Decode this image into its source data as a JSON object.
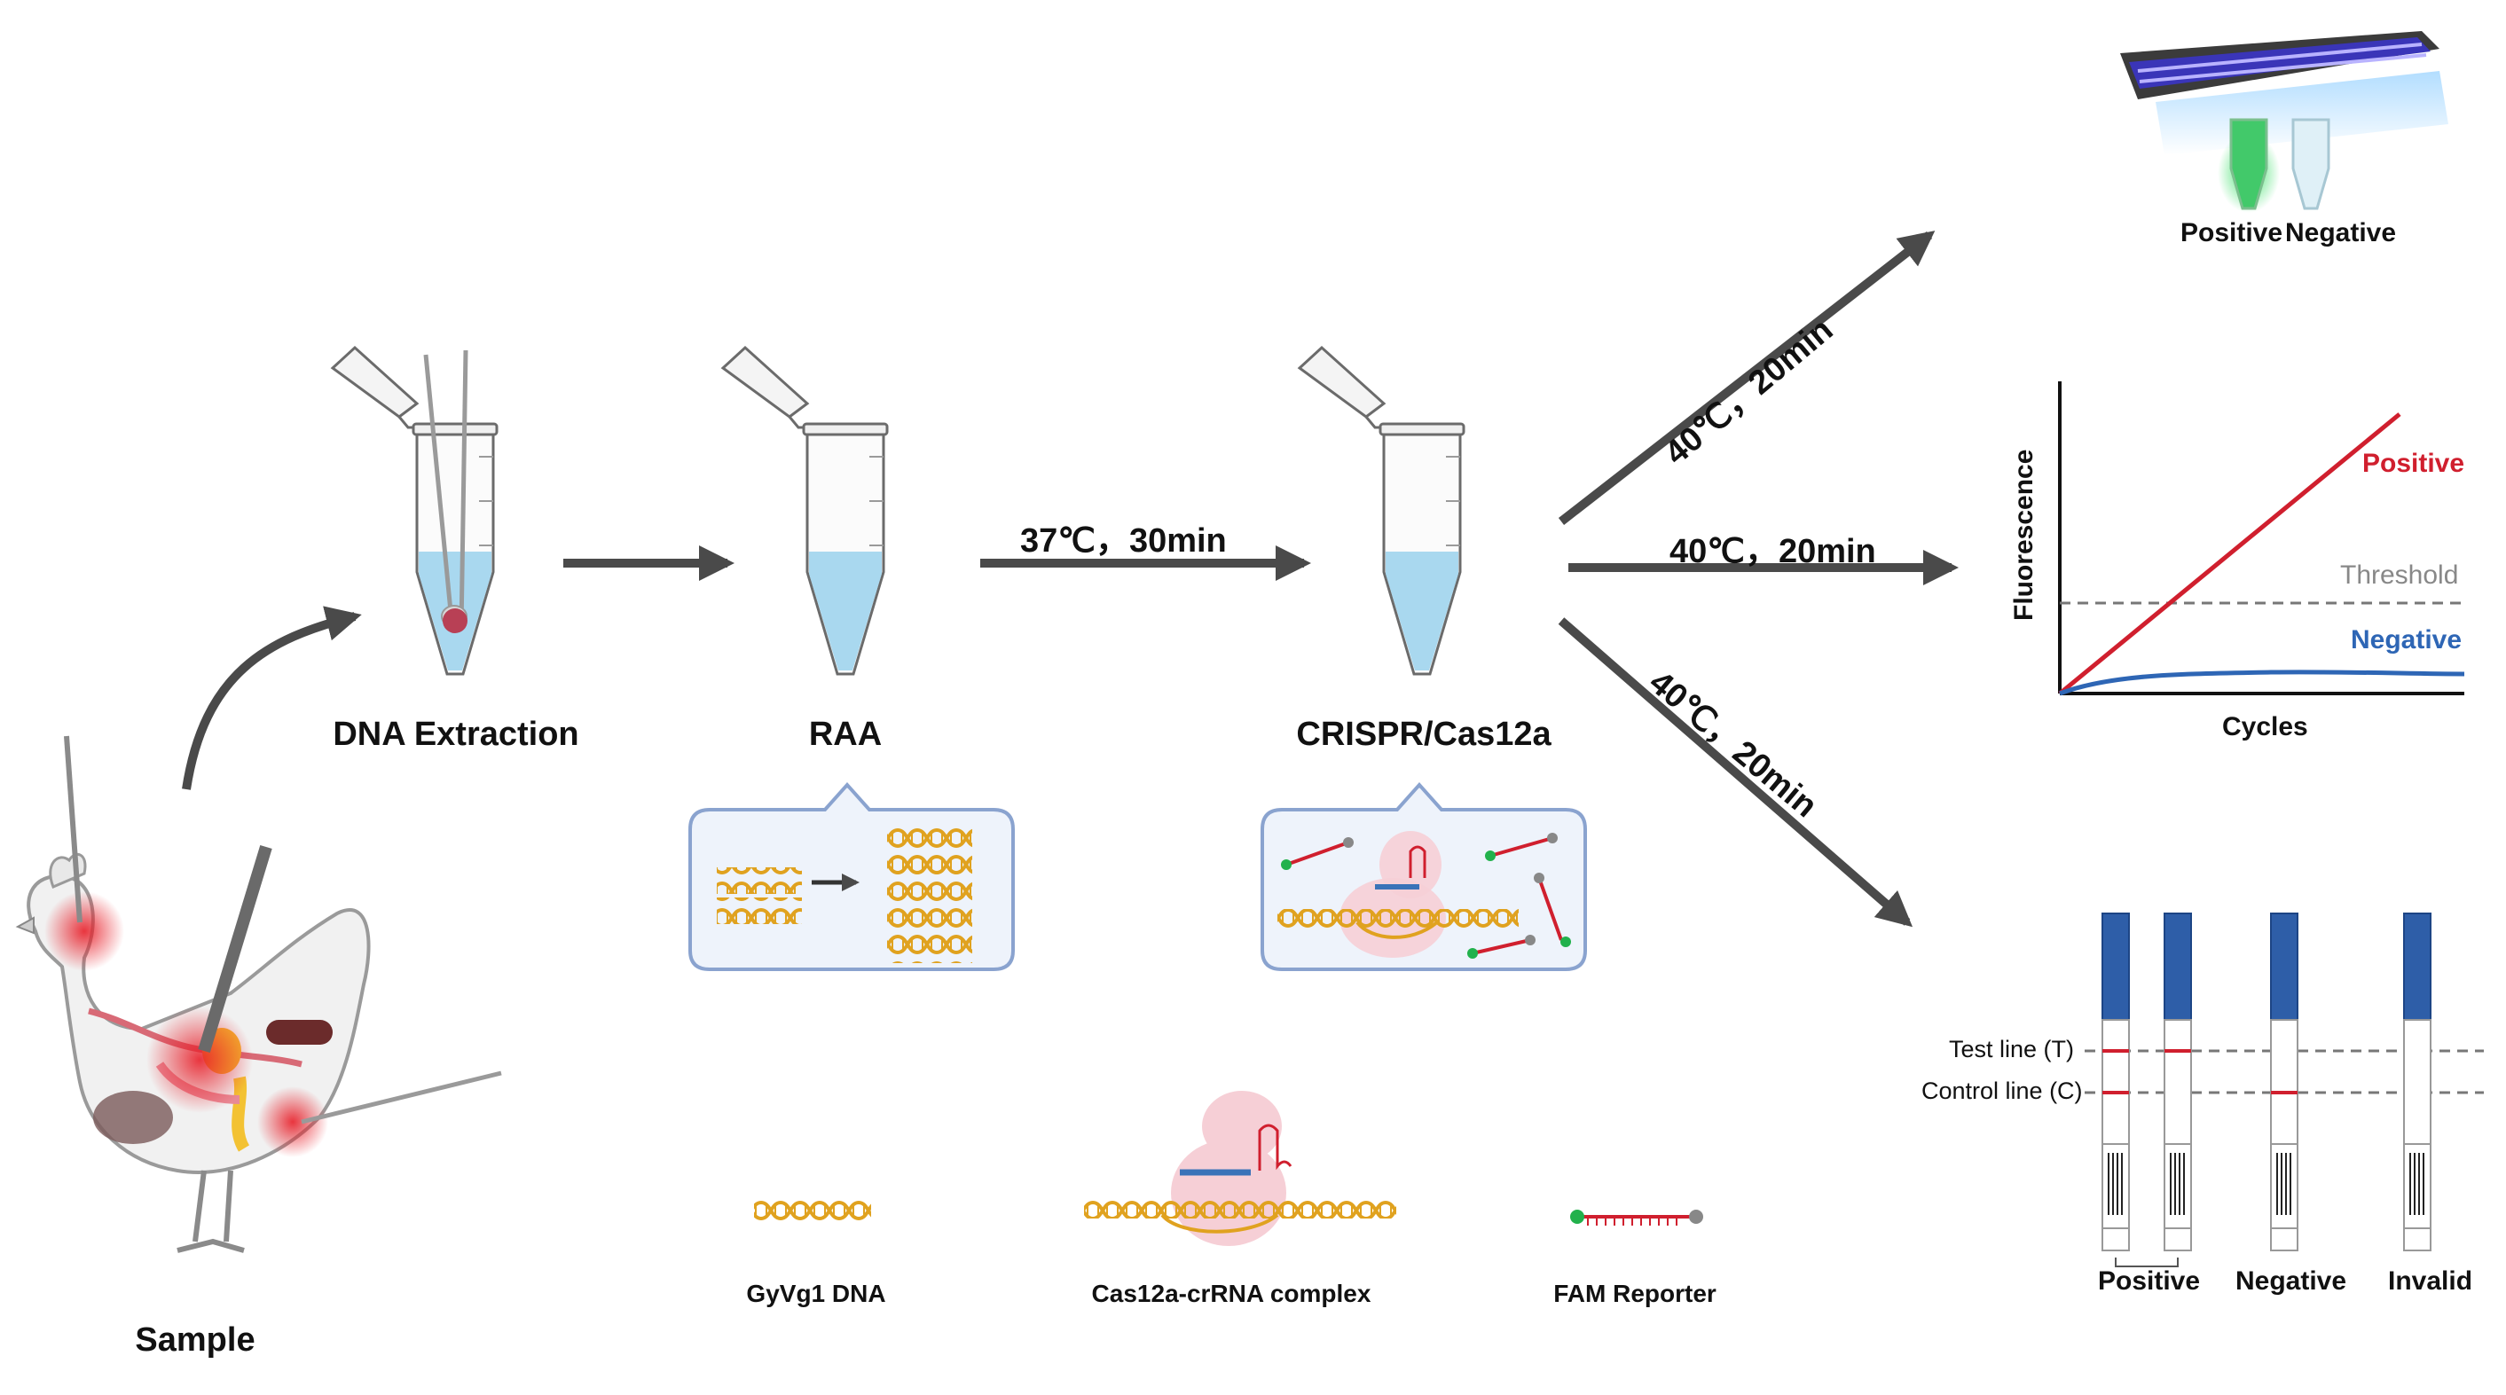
{
  "steps": {
    "sample": "Sample",
    "extraction": "DNA Extraction",
    "raa": "RAA",
    "crispr": "CRISPR/Cas12a"
  },
  "conditions": {
    "raa_to_crispr": "37℃，30min",
    "to_uv": "40℃，20min",
    "to_fluorescence": "40℃，20min",
    "to_strip": "40℃，20min"
  },
  "uv_readout": {
    "positive": "Positive",
    "negative": "Negative"
  },
  "fluorescence_chart": {
    "ylabel": "Fluorescence",
    "xlabel": "Cycles",
    "positive": "Positive",
    "threshold": "Threshold",
    "negative": "Negative",
    "colors": {
      "positive": "#d01f2e",
      "negative": "#2e66b5",
      "threshold": "#777777"
    }
  },
  "lateral_flow": {
    "test_line": "Test line (T)",
    "control_line": "Control line (C)",
    "labels": [
      "Positive",
      "Negative",
      "Invalid"
    ]
  },
  "legend": {
    "dna": "GyVg1 DNA",
    "complex": "Cas12a-crRNA complex",
    "reporter": "FAM Reporter"
  },
  "colors": {
    "arrow": "#4a4a4a",
    "dna": "#e0a21f",
    "liquid": "#a9d8ef",
    "callout": "#8aa3cf",
    "strip_pad": "#2e5ea8",
    "red": "#d01f2e",
    "green": "#22b14c"
  }
}
